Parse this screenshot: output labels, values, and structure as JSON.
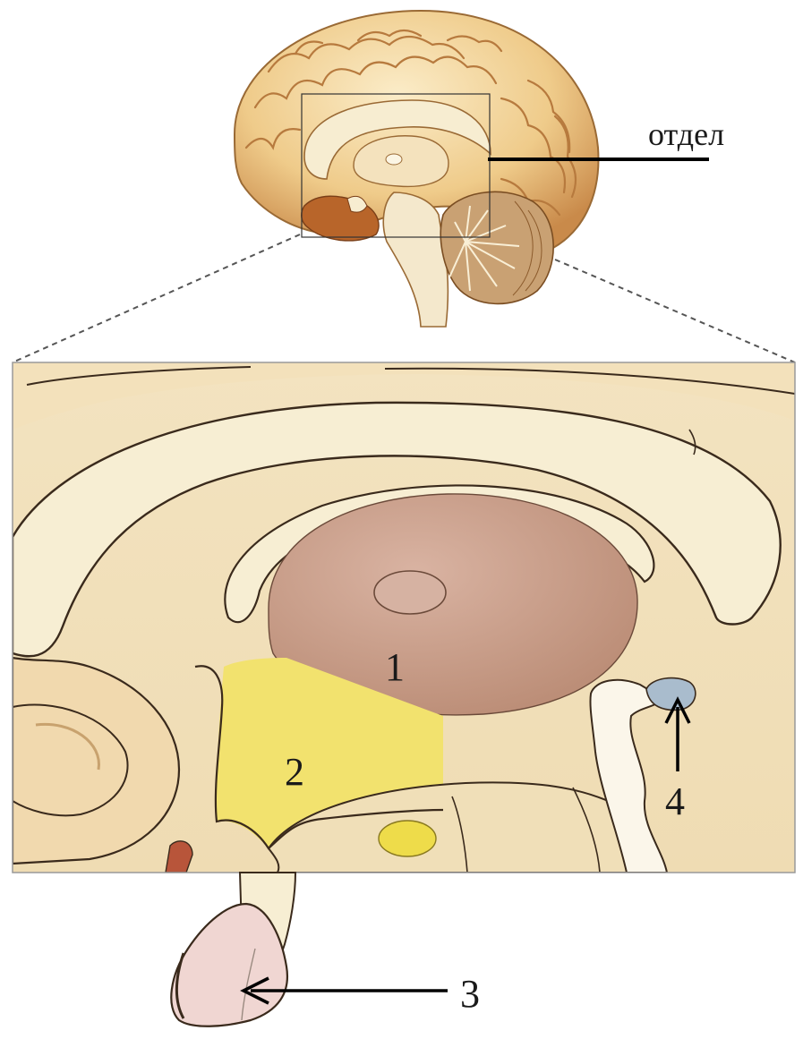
{
  "labels": {
    "section": "отдел",
    "n1": "1",
    "n2": "2",
    "n3": "3",
    "n4": "4"
  },
  "colors": {
    "brain_tissue": "#f6dfb0",
    "brain_shadow": "#d9a665",
    "brain_dark": "#b5651d",
    "pale_tissue": "#f7efd2",
    "thalamus": "#c99a85",
    "hypothalamus": "#f2e26e",
    "pineal": "#a9bccd",
    "pituitary": "#f0d6d2",
    "mammillary": "#eedc4a",
    "outline": "#3a2a1c"
  }
}
